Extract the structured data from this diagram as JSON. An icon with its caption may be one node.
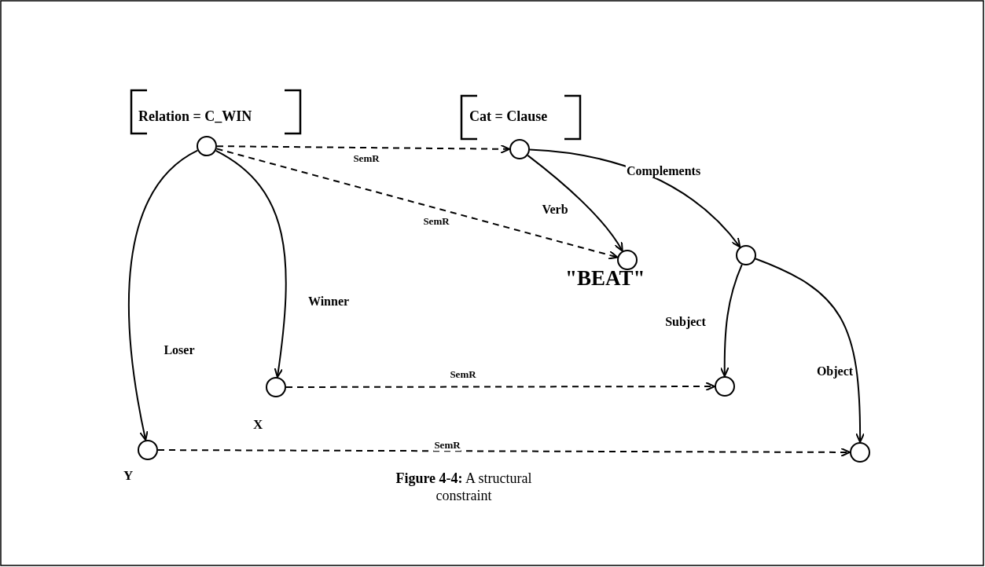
{
  "diagram": {
    "caption": "**Figure 4-4:**  A structural constraint",
    "nodes": [
      {
        "text": [],
        "shape": "circle",
        "beside": [
          "Relation = C_WIN"
        ]
      },
      {
        "text": [],
        "shape": "circle",
        "beside": [
          "Cat = Clause"
        ]
      },
      {
        "text": [],
        "shape": "circle",
        "beside": [
          "\"BEAT\""
        ]
      },
      {
        "text": [],
        "shape": "circle"
      },
      {
        "text": [],
        "shape": "circle",
        "beside": [
          "X"
        ]
      },
      {
        "text": [],
        "shape": "circle"
      },
      {
        "text": [],
        "shape": "circle",
        "beside": [
          "Y"
        ]
      },
      {
        "text": [],
        "shape": "circle"
      }
    ],
    "edges": [
      {
        "from": 0,
        "to": 1,
        "arrow": "to",
        "label": "SemR",
        "style": "dashed"
      },
      {
        "from": 0,
        "to": 2,
        "arrow": "to",
        "label": "SemR",
        "style": "dashed"
      },
      {
        "from": 0,
        "to": 6,
        "arrow": "to",
        "label": "Loser"
      },
      {
        "from": 0,
        "to": 4,
        "arrow": "to",
        "label": "Winner"
      },
      {
        "from": 1,
        "to": 2,
        "arrow": "to",
        "label": "Verb"
      },
      {
        "from": 1,
        "to": 3,
        "arrow": "to",
        "label": "Complements"
      },
      {
        "from": 3,
        "to": 5,
        "arrow": "to",
        "label": "Subject"
      },
      {
        "from": 3,
        "to": 7,
        "arrow": "to",
        "label": "Object"
      },
      {
        "from": 4,
        "to": 5,
        "arrow": "to",
        "label": "SemR",
        "style": "dashed"
      },
      {
        "from": 6,
        "to": 7,
        "arrow": "to",
        "label": "SemR",
        "style": "dashed"
      }
    ]
  }
}
